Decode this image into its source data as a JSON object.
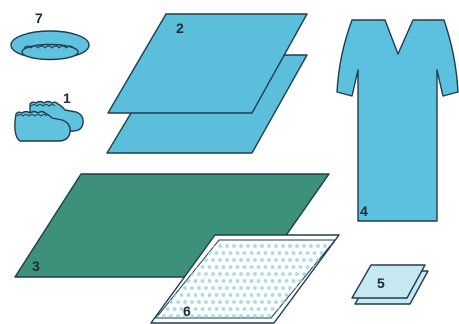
{
  "colors": {
    "drape_blue": "#5bbfdc",
    "cap_blue": "#5fc3e0",
    "gown_blue": "#5cc1de",
    "table_green": "#3d9079",
    "mesh_white": "#ffffff",
    "mesh_dot": "#aadbe9",
    "towel_blue": "#c6e8f1",
    "outline": "#1f3d4e"
  },
  "items": [
    {
      "id": "cap",
      "number": "7",
      "icon": "surgical-cap-icon"
    },
    {
      "id": "shoe-covers",
      "number": "1",
      "icon": "shoe-cover-icon"
    },
    {
      "id": "drapes",
      "number": "2",
      "icon": "drape-sheet-icon"
    },
    {
      "id": "table-cover",
      "number": "3",
      "icon": "table-cover-icon"
    },
    {
      "id": "gown",
      "number": "4",
      "icon": "surgical-gown-icon"
    },
    {
      "id": "towels",
      "number": "5",
      "icon": "hand-towel-icon"
    },
    {
      "id": "perforated-sheet",
      "number": "6",
      "icon": "perforated-sheet-icon"
    }
  ]
}
